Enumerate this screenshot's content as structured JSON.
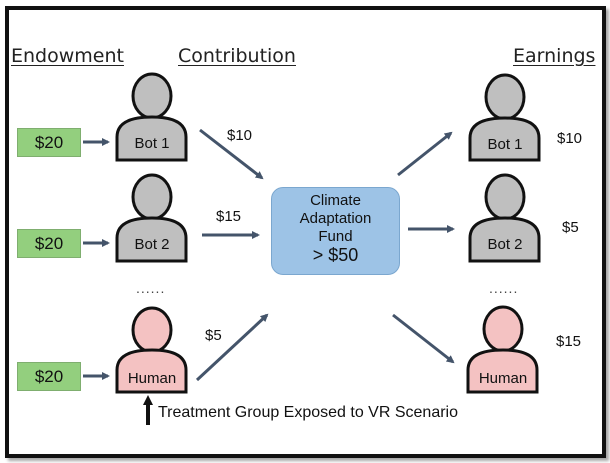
{
  "headers": {
    "endowment": "Endowment",
    "contribution": "Contribution",
    "earnings": "Earnings"
  },
  "players": [
    {
      "name": "Bot 1",
      "type": "bot",
      "endowment": "$20",
      "contribution": "$10",
      "earnings": "$10"
    },
    {
      "name": "Bot 2",
      "type": "bot",
      "endowment": "$20",
      "contribution": "$15",
      "earnings": "$5"
    },
    {
      "name": "Human",
      "type": "human",
      "endowment": "$20",
      "contribution": "$5",
      "earnings": "$15"
    }
  ],
  "ellipsis": "......",
  "fund": {
    "line1": "Climate",
    "line2": "Adaptation",
    "line3": "Fund",
    "threshold": "> $50"
  },
  "treatment_note": "Treatment Group Exposed to VR Scenario",
  "colors": {
    "bot_fill": "#bfbfbf",
    "human_fill": "#f4c2c2",
    "endowment_fill": "#93cf7e",
    "fund_fill": "#9dc3e6",
    "arrow": "#44546a"
  }
}
